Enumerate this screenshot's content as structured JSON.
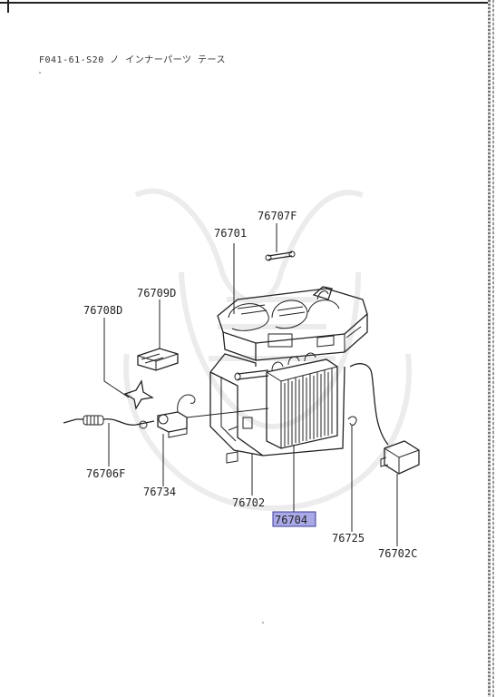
{
  "header": {
    "text": "F041-61-S20 ノ インナーパーツ テース"
  },
  "highlight_color": "#a9a9e8",
  "callouts": [
    {
      "id": "76707F",
      "text": "76707F"
    },
    {
      "id": "76701",
      "text": "76701"
    },
    {
      "id": "76709D",
      "text": "76709D"
    },
    {
      "id": "76708D",
      "text": "76708D"
    },
    {
      "id": "76706F",
      "text": "76706F"
    },
    {
      "id": "76734",
      "text": "76734"
    },
    {
      "id": "76702",
      "text": "76702"
    },
    {
      "id": "76704",
      "text": "76704",
      "highlighted": true
    },
    {
      "id": "76725",
      "text": "76725"
    },
    {
      "id": "76702C",
      "text": "76702C"
    }
  ],
  "icons": {
    "watermark": "samurai-helmet-watermark-icon"
  }
}
